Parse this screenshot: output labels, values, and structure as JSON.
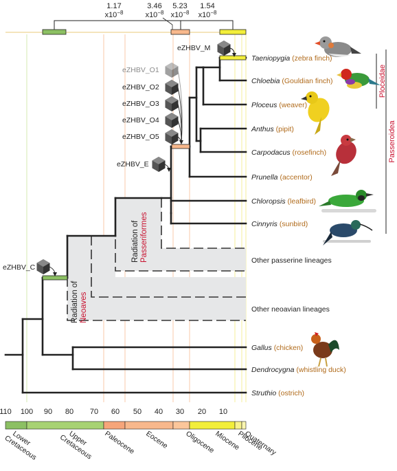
{
  "rates": [
    {
      "value": "1.17",
      "unit": "x10",
      "exp": "−8"
    },
    {
      "value": "3.46",
      "unit": "x10",
      "exp": "−8"
    },
    {
      "value": "5.23",
      "unit": "x10",
      "exp": "−8"
    },
    {
      "value": "1.54",
      "unit": "x10",
      "exp": "−8"
    }
  ],
  "insertions": [
    {
      "label": "eZHBV_M",
      "color": "#222222"
    },
    {
      "label": "eZHBV_O1",
      "color": "#8a8a8a"
    },
    {
      "label": "eZHBV_O2",
      "color": "#222222"
    },
    {
      "label": "eZHBV_O3",
      "color": "#222222"
    },
    {
      "label": "eZHBV_O4",
      "color": "#222222"
    },
    {
      "label": "eZHBV_O5",
      "color": "#222222"
    },
    {
      "label": "eZHBV_E",
      "color": "#222222"
    },
    {
      "label": "eZHBV_C",
      "color": "#222222"
    }
  ],
  "taxa": [
    {
      "genus": "Taeniopygia",
      "common": "(zebra finch)"
    },
    {
      "genus": "Chloebia",
      "common": "(Gouldian finch)"
    },
    {
      "genus": "Ploceus",
      "common": "(weaver)"
    },
    {
      "genus": "Anthus",
      "common": "(pipit)"
    },
    {
      "genus": "Carpodacus",
      "common": "(rosefinch)"
    },
    {
      "genus": "Prunella",
      "common": "(accentor)"
    },
    {
      "genus": "Chloropsis",
      "common": "(leafbird)"
    },
    {
      "genus": "Cinnyris",
      "common": "(sunbird)"
    },
    {
      "genus": "Gallus",
      "common": "(chicken)"
    },
    {
      "genus": "Dendrocygna",
      "common": "(whistling duck)"
    },
    {
      "genus": "Struthio",
      "common": "(ostrich)"
    }
  ],
  "lineages": {
    "passerine": "Other passerine lineages",
    "neoavian": "Other neoavian lineages"
  },
  "clades": {
    "ploceidae": "Ploceidae",
    "passeroidea": "Passeroidea"
  },
  "radiations": {
    "passeriformes_prefix": "Radiation of",
    "passeriformes_name": "Passeriformes",
    "neoaves_prefix": "Radiation of",
    "neoaves_name": "Neoaves"
  },
  "axis": {
    "ticks": [
      "110",
      "100",
      "90",
      "80",
      "70",
      "60",
      "50",
      "40",
      "30",
      "20",
      "10"
    ]
  },
  "epochs": [
    {
      "name": "Lower Cretaceous",
      "color": "#8cc063"
    },
    {
      "name": "Upper Cretaceous",
      "color": "#a7d273"
    },
    {
      "name": "Paleocene",
      "color": "#f6a57a"
    },
    {
      "name": "Eocene",
      "color": "#f8b88c"
    },
    {
      "name": "Oligocene",
      "color": "#fcc69a"
    },
    {
      "name": "Miocene",
      "color": "#f2ee3a"
    },
    {
      "name": "Pliocene",
      "color": "#f8f28a"
    },
    {
      "name": "Quaternary",
      "color": "#fbf6b0"
    }
  ],
  "colors": {
    "green_bar": "#8cc063",
    "orange_bar": "#f8b88c",
    "yellow_bar": "#f2ee3a",
    "line_green": "#d5e8b0",
    "line_orange": "#f8c9a8",
    "line_yellow": "#f4ef9a",
    "box_fill": "#e6e7e8",
    "red": "#c8102e",
    "brown": "#b06a1a"
  }
}
